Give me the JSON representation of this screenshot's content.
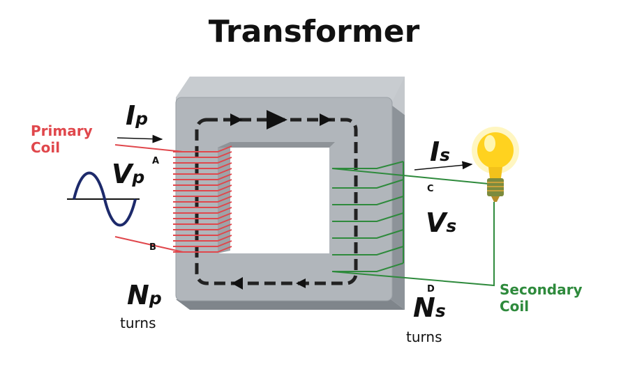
{
  "title": "Transformer",
  "primary": {
    "label_line1": "Primary",
    "label_line2": "Coil",
    "current_symbol": "I",
    "current_sub": "p",
    "voltage_symbol": "V",
    "voltage_sub": "p",
    "turns_symbol": "N",
    "turns_sub": "p",
    "turns_word": "turns",
    "terminal_a": "A",
    "terminal_b": "B",
    "color": "#e0474c"
  },
  "secondary": {
    "label_line1": "Secondary",
    "label_line2": "Coil",
    "current_symbol": "I",
    "current_sub": "s",
    "voltage_symbol": "V",
    "voltage_sub": "s",
    "turns_symbol": "N",
    "turns_sub": "s",
    "turns_word": "turns",
    "terminal_c": "C",
    "terminal_d": "D",
    "color": "#2e8a3c"
  },
  "core_color": "#aeb3b8",
  "icons": [
    "sine-wave-icon",
    "light-bulb-icon",
    "flux-arrow-icon"
  ]
}
